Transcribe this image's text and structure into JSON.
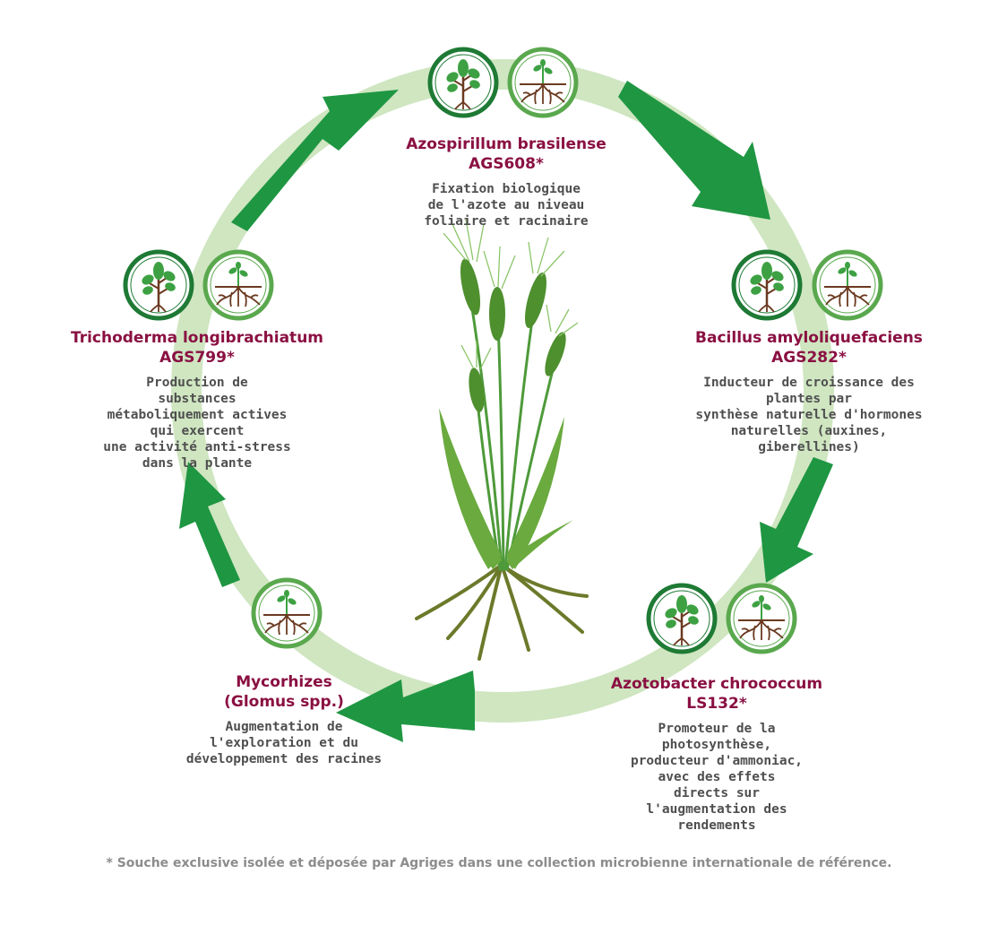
{
  "colors": {
    "ring": "#cfe6c1",
    "arrow": "#1f9642",
    "icon_ring_dark": "#1e7a34",
    "icon_ring_light": "#5aa84e",
    "name": "#8a1042",
    "desc": "#4f4f4f",
    "root": "#6b3a21",
    "leaf": "#3da143"
  },
  "icons": [
    "plant-leaf-icon",
    "plant-root-icon"
  ],
  "microbes": [
    {
      "name": "Azospirillum brasilense",
      "strain": "AGS608*",
      "description": "Fixation biologique\nde l'azote au niveau\nfoliaire et racinaire"
    },
    {
      "name": "Bacillus amyloliquefaciens",
      "strain": "AGS282*",
      "description": "Inducteur de croissance des\nplantes par\nsynthèse naturelle d'hormones\nnaturelles (auxines,\ngiberellines)"
    },
    {
      "name": "Azotobacter chrococcum",
      "strain": "LS132*",
      "description": "Promoteur de la\nphotosynthèse,\nproducteur d'ammoniac,\navec des effets\ndirects sur\nl'augmentation des\nrendements"
    },
    {
      "name": "Mycorhizes",
      "strain": "(Glomus spp.)",
      "description": "Augmentation de\nl'exploration et du\ndéveloppement des racines"
    },
    {
      "name": "Trichoderma longibrachiatum",
      "strain": "AGS799*",
      "description": "Production de\nsubstances\nmétaboliquement actives\nqui exercent\nune activité anti-stress\ndans la plante"
    }
  ],
  "footnote": "* Souche exclusive isolée et déposée par Agriges dans une collection microbienne internationale de référence."
}
